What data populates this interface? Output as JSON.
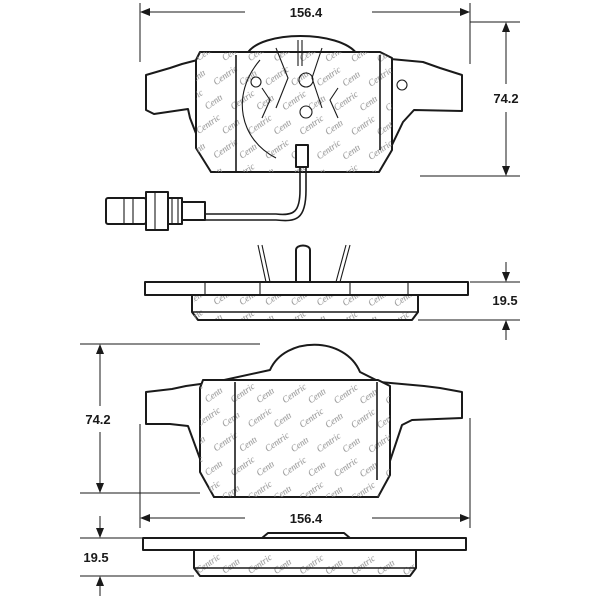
{
  "dimensions": {
    "top_width": "156.4",
    "top_height": "74.2",
    "side_thickness_top": "19.5",
    "bottom_height": "74.2",
    "bottom_width": "156.4",
    "side_thickness_bottom": "19.5"
  },
  "colors": {
    "line": "#1a1a1a",
    "watermark": "#8a8a8a",
    "background": "#ffffff"
  },
  "icons": [
    "wear-sensor-connector-icon",
    "brake-pad-outline-icon"
  ]
}
